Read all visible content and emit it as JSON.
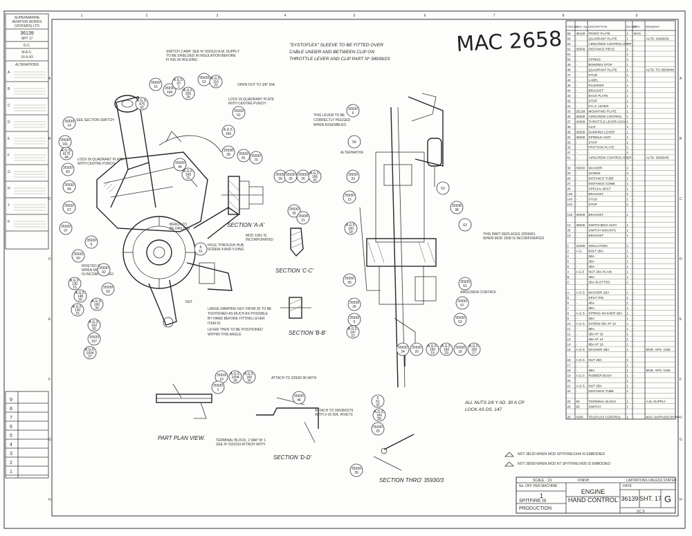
{
  "drawing_number": "MAC 2658",
  "column_numbers": [
    "1",
    "2",
    "3",
    "4",
    "5",
    "6",
    "7",
    "8",
    "9"
  ],
  "row_letters": [
    "A",
    "B",
    "C",
    "D",
    "E",
    "F",
    "G",
    "H"
  ],
  "left_panel": {
    "header_lines": [
      "SUPERMARINE",
      "AVIATION WORKS",
      "(VICKERS) LTD"
    ],
    "sheet_ref": "36139",
    "sheet_line": "SHT 17",
    "initials": "G.C.",
    "mac_text": "M.A.C.",
    "mac_date": "16-6-43",
    "alterations_title": "ALTERATIONS",
    "alteration_rows": [
      "A",
      "B",
      "C",
      "D",
      "E",
      "F",
      "G",
      "H",
      "J",
      "K"
    ],
    "lower_numbers": [
      "9",
      "8",
      "7",
      "6",
      "5",
      "4",
      "3",
      "2",
      "1"
    ]
  },
  "notes": {
    "systoflex": [
      "\"SYSTOFLEX\" SLEEVE TO BE FITTED OVER",
      "CABLE UNDER AND BETWEEN CLIP ON",
      "THROTTLE LEVER AND CLIP PART Nº 34939/23"
    ],
    "switch_cable": [
      "SWITCH 2 AMP. SEE Nº 50/3110 A.M. SUPPLY",
      "TO BE SHIELDED IN INSULATION BEFORE",
      "FI ING IN HOLDING"
    ],
    "open_out": "OPEN OUT TO 3/8\" DIA.",
    "lock_quadrant": [
      "LOCK IN QUADRANT PLATE",
      "WITH CENTRE PUNCH"
    ],
    "seal_section": "SEE SECTION SWITCH",
    "lock_quadrant_2": [
      "LOCK IN QUADRANT PLATE",
      "WITH CENTRE PUNCH"
    ],
    "throttle_lever": [
      "THIS LEVER TO BE",
      "CORRECTLY PEGGED",
      "WHEN ASSEMBLED."
    ],
    "alternative": "ALTERNATIVE",
    "brass_to": [
      "BRASS TO",
      "BE DRILLED"
    ],
    "mod_1001": [
      "MOD 1001 IS",
      "INCORPORATED"
    ],
    "mod_replaced": [
      "THIS PART REPLACES 32930/61",
      "WHEN MOD 1008 IS INCORPORATED"
    ],
    "hole_note": [
      "HOLE THROUGH HUB",
      "SCREW 4 AND 5 RING"
    ],
    "nuts_note": [
      "LARGE DAMPING NUT FROM 35 TO BE",
      "TIGHTENED AS MUCH AS POSSIBLE",
      "BY HAND BEFORE FITTING LEVER",
      "ITEM 61"
    ],
    "lever_note": [
      "LEVER THEN TO BE POSITIONED",
      "WITHIN THIS ANGLE"
    ],
    "nut_label": "NUT",
    "airscrew_control": "AIRSCREW CONTROL",
    "all_nuts": [
      "ALL NUTS 2/6 Y AD. 30 A CP",
      "LOCK AS DS. 147"
    ],
    "terminal_block": [
      "TERMINAL BLOCK, 2 WAY Nº 1",
      "SEE Nº 50/3310 ATTACH WITH"
    ],
    "attach_1": "ATTACH TO 32930/ 96 WITH",
    "attach_2": [
      "ATTACH TO 30038/0279",
      "WITH 2-16 DIA. RIVETS"
    ],
    "mod_note_1": "NOT 38120 WHEN MOD SPITFIRE/1344 IS EMBODIED",
    "mod_note_2": "NOT 35058 WHEN MOD NT SPITFIRE/1435 IS EMBODIED",
    "rivet_note": [
      "RIVETED IN",
      "WHEN MOD 1001",
      "IS INCORPORATED"
    ]
  },
  "section_titles": {
    "aa": "SECTION 'A-A'",
    "cc": "SECTION 'C-C'",
    "bb": "SECTION 'B-B'",
    "dd": "SECTION 'D-D'",
    "thro": "SECTION THRO' 35930/3",
    "plan": "PART PLAN VIEW."
  },
  "bubbles": {
    "b1": "35939 16",
    "b2": "A.G.S. 475 32",
    "b3": "35930 194",
    "b4": "A.G.5. 20 1",
    "b5": "A.G.5. 200 24",
    "b6": "35939 52",
    "b7": "A.G.5. 116 22",
    "b8": "35939 51",
    "b9": "A.G.5. 160",
    "b10": "35939 14",
    "b11": "35930 191",
    "b12": "A.G.S. 4175 44",
    "b13": "35930 83",
    "b14": "35930 84",
    "b15": "35930 67",
    "b16": "35939 97",
    "b17": "35930 5",
    "b18": "35939 50",
    "b19": "A.G.5. 130 15",
    "b20": "A.G.5. 148 20",
    "b21": "A.G.5. 130 15",
    "b22": "35930 92",
    "b23": "A.G.S. 162 30",
    "b24": "35939 107",
    "b25": "A.G.5. 1004 27",
    "b26": "A.G.S. 160 30",
    "b27": "35939 53",
    "b28": "35939 44",
    "b29": "A.G.5. 166 15",
    "b30": "35938 28",
    "b31": "35939 81",
    "b32": "35930 70",
    "b33": "35930 39",
    "b34": "35930 25",
    "b35": "35930 26",
    "b36": "A.G.5. 166 32",
    "b37": "35930 35",
    "b38": "35938 21",
    "b39": "35930 6",
    "b40": "35939 33",
    "b41": "35930 15",
    "b42": "A.G.5. 160 18",
    "b43": "35930 30",
    "b44": "35938 38",
    "b45": "35939 51",
    "b46": "35930 57",
    "b47": "35930 53",
    "b48": "35938 30",
    "b49": "35939 5",
    "b50": "A.G.5. 147 22",
    "b51": "A.G.5. 160 19",
    "b52": "A.G.5. 160 29",
    "b53": "35930 18",
    "b54": "A.G.5. 160 17",
    "b55": "35930 20",
    "b56": "35930 24",
    "b57": "35939 10",
    "b58": "A.G.5. 1004 26",
    "b59": "A.G.5. 160 30",
    "b60": "35930 1",
    "b61": "6 61 32",
    "b62": "A.G.S. 160 58",
    "b63": "35930 25",
    "b64": "35939 39",
    "b65": "35930 46",
    "b66": "63",
    "b67": "53",
    "b68": "59",
    "b69": "6 61"
  },
  "parts_list": {
    "headers": [
      "ITEM No.",
      "DRG. No.",
      "DESCRIPTION",
      "NO OFF",
      "MATL.",
      "REMARKS"
    ],
    "rows": [
      [
        "55",
        "36139",
        "FRONT PLATE",
        "1",
        "MAG.",
        "- "
      ],
      [
        "54",
        "-",
        "QUADRANT PLATE",
        "1",
        "-",
        "ALTD. 32930/29"
      ],
      [
        "53",
        "-",
        "AIRSCREW CONTROL STOP",
        "1",
        "-",
        ""
      ],
      [
        "52",
        "35939",
        "DISTANCE PIECE",
        "1",
        "-",
        ""
      ],
      [
        "51",
        "-",
        "-",
        "1",
        "-",
        ""
      ],
      [
        "50",
        "-",
        "SPRING",
        "1",
        "-",
        ""
      ],
      [
        "49",
        "-",
        "BOWDEN STOP",
        "1",
        "-",
        ""
      ],
      [
        "48",
        "-",
        "QUADRANT PLATE",
        "1",
        "-",
        "ALTD. TO 35930/48"
      ],
      [
        "47",
        "-",
        "STUD",
        "1",
        "-",
        ""
      ],
      [
        "46",
        "-",
        "LABEL",
        "1",
        "-",
        ""
      ],
      [
        "45",
        "-",
        "PLUNGER",
        "1",
        "-",
        ""
      ],
      [
        "44",
        "-",
        "BRACKET",
        "1",
        "-",
        ""
      ],
      [
        "43",
        "-",
        "BACK PLATE",
        "1",
        "-",
        ""
      ],
      [
        "42",
        "-",
        "STOP",
        "1",
        "-",
        ""
      ],
      [
        "41",
        "-",
        "P.C.S. LEVER",
        "1",
        "-",
        ""
      ],
      [
        "33",
        "35139",
        "MOUNTING PLATE",
        "1",
        "-",
        ""
      ],
      [
        "40",
        "35939",
        "AIRSCREW CONTROL",
        "1",
        "-",
        ""
      ],
      [
        "37",
        "34939",
        "THROTTLE LEVER ASSY",
        "1",
        "-",
        ""
      ],
      [
        "36",
        "-",
        "CLIP",
        "1",
        "-",
        ""
      ],
      [
        "35",
        "35939",
        "DAMPING LEVER",
        "1",
        "-",
        ""
      ],
      [
        "34",
        "35939",
        "SPINDLE ASST",
        "1",
        "-",
        ""
      ],
      [
        "33",
        "-",
        "STOP",
        "1",
        "-",
        ""
      ],
      [
        "32",
        "-",
        "FRICTION PLATE",
        "1",
        "-",
        ""
      ],
      [
        "47",
        "-",
        "-",
        "1",
        "-",
        ""
      ],
      [
        "61",
        "-",
        "AIRSCREW CONTROL STOP",
        "1",
        "-",
        "ALTD. 35930/45"
      ],
      [
        "",
        "",
        "",
        "",
        "",
        ""
      ],
      [
        "30",
        "30030",
        "WASHER",
        "2",
        "-",
        ""
      ],
      [
        "29",
        "-",
        "SCREW",
        "4",
        "-",
        ""
      ],
      [
        "28",
        "-",
        "DISTANCE TUBE",
        "1",
        "-",
        ""
      ],
      [
        "27",
        "-",
        "DISTANCE COMB",
        "1",
        "-",
        ""
      ],
      [
        "26",
        "-",
        "SPECIAL BOLT",
        "1",
        "-",
        ""
      ],
      [
        "145",
        "-",
        "BRACKET",
        "1",
        "-",
        ""
      ],
      [
        "143",
        "-",
        "STUD",
        "1",
        "-",
        ""
      ],
      [
        "142",
        "-",
        "STOP",
        "1",
        "-",
        ""
      ],
      [
        "",
        "",
        "",
        "",
        "",
        ""
      ],
      [
        "126",
        "34939",
        "BRACKET",
        "1",
        "-",
        ""
      ],
      [
        "",
        "",
        "",
        "",
        "",
        ""
      ],
      [
        "14",
        "30035",
        "SWITCHBOX ASSY",
        "1",
        "-",
        ""
      ],
      [
        "25",
        "-",
        "SWITCH MOUNTG",
        "1",
        "-",
        ""
      ],
      [
        "13",
        "-",
        "BRACKET",
        "1",
        "-",
        ""
      ],
      [
        "",
        "",
        "",
        "",
        "",
        ""
      ],
      [
        "1",
        "22336",
        "INSULATION",
        "1",
        "-",
        ""
      ],
      [
        "2",
        "A.G.",
        "BOLT 2BA",
        "1",
        "-",
        ""
      ],
      [
        "2",
        "-",
        "2BA",
        "1",
        "-",
        ""
      ],
      [
        "5",
        "-",
        "2BA",
        "1",
        "-",
        ""
      ],
      [
        "8",
        "-",
        "2BA",
        "1",
        "-",
        ""
      ],
      [
        "A",
        "A.G.5",
        "NUT 2BA PLAIN",
        "1",
        "-",
        ""
      ],
      [
        "B",
        "-",
        "4BA",
        "1",
        "-",
        ""
      ],
      [
        "C",
        "-",
        "2BA SLOTTED",
        "1",
        "-",
        ""
      ],
      [
        "",
        "",
        "",
        "",
        "",
        ""
      ],
      [
        "A",
        "A.G.S",
        "WASHER 2BA",
        "1",
        "-",
        ""
      ],
      [
        "5",
        "-",
        "SPLIT PIN",
        "1",
        "-",
        ""
      ],
      [
        "6",
        "-",
        "4BA",
        "1",
        "-",
        ""
      ],
      [
        "7",
        "-",
        "2BA",
        "1",
        "-",
        ""
      ],
      [
        "8",
        "A.G.S.",
        "SPRING WASHER 2BA",
        "1",
        "-",
        ""
      ],
      [
        "9",
        "-",
        "2BA",
        "1",
        "-",
        ""
      ],
      [
        "10",
        "A.G.S",
        "SCREW 2BA Nº 10",
        "1",
        "-",
        ""
      ],
      [
        "11",
        "-",
        "6BA",
        "1",
        "-",
        ""
      ],
      [
        "12",
        "-",
        "2BA Nº 16",
        "1",
        "-",
        ""
      ],
      [
        "13",
        "-",
        "2BA Nº 14",
        "1",
        "-",
        ""
      ],
      [
        "14",
        "-",
        "6BA Nº 19",
        "1",
        "-",
        ""
      ],
      [
        "15",
        "A.G.S.",
        "WASHER 2BA",
        "1",
        "-",
        "MOD. SPS. 1028"
      ],
      [
        "",
        "",
        "",
        "",
        "",
        ""
      ],
      [
        "16",
        "A.G.S.",
        "NUT 2BA",
        "1",
        "-",
        ""
      ],
      [
        "17",
        "-",
        "-",
        "1",
        "-",
        ""
      ],
      [
        "18",
        "-",
        "4BA",
        "1",
        "-",
        "MOD. SPS. 1028"
      ],
      [
        "19",
        "A.G.S",
        "RUBBER BUSH",
        "1",
        "-",
        ""
      ],
      [
        "20",
        "-",
        "-",
        "1",
        "-",
        ""
      ],
      [
        "21",
        "A.G.S.",
        "NUT 2BA",
        "1",
        "-",
        ""
      ],
      [
        "22",
        "-",
        "DISTANCE TUBE",
        "1",
        "-",
        ""
      ],
      [
        "",
        "",
        "",
        "",
        "",
        ""
      ],
      [
        "23",
        "50",
        "TERMINAL BLOCK",
        "1",
        "-",
        "A.M. SUPPLY"
      ],
      [
        "24",
        "50",
        "SWITCH",
        "1",
        "-",
        ""
      ],
      [
        "",
        "",
        "",
        "",
        "",
        ""
      ],
      [
        "25",
        "4105",
        "TELEFLEX CONTROL",
        "1",
        "-",
        "MAC SUPPLIED BY MAC"
      ]
    ]
  },
  "title_block": {
    "scale": "SCALE - 1/1",
    "finish": "FINISH",
    "limitations": "LIMITATIONS UNLESS STATED",
    "no_off": "No. OFF PER MACHINE",
    "quantity": "1",
    "title_1": "ENGINE",
    "title_2": "HAND CONTROL",
    "drawing_no": "36139",
    "sheet": "SHT. 17",
    "issue": "G",
    "project_1": "SPITFIRE III",
    "project_2": "PRODUCTION",
    "date_label": "DATE",
    "scale_note": "SC.S"
  }
}
